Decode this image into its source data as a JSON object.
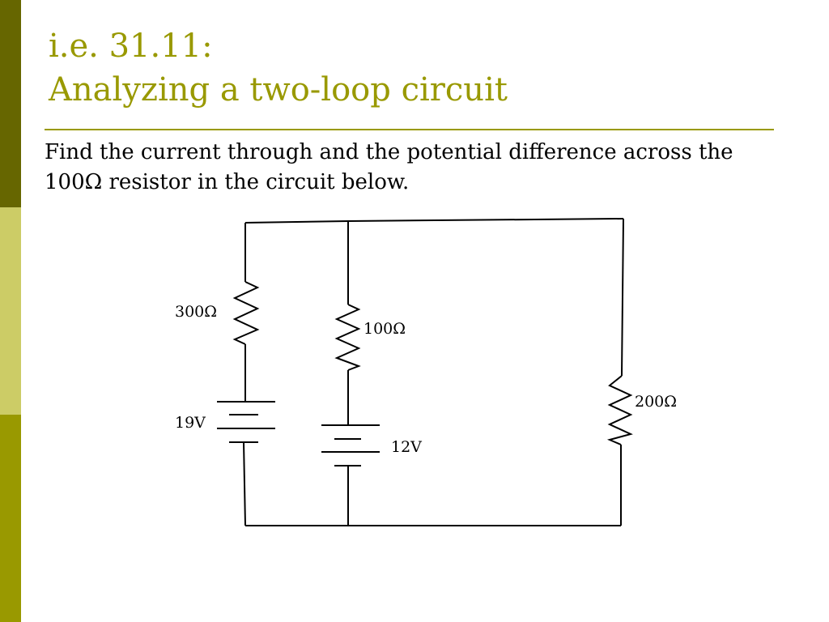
{
  "slide": {
    "title_line1": "i.e. 31.11:",
    "title_line2": "Analyzing a two-loop circuit",
    "problem_text": "Find the current through and the potential difference across the 100Ω resistor in the circuit below."
  },
  "circuit": {
    "left_resistor": "300Ω",
    "left_battery": "19V",
    "middle_resistor": "100Ω",
    "middle_battery": "12V",
    "right_resistor": "200Ω"
  },
  "colors": {
    "accent": "#999900",
    "sidebar_dark": "#666600",
    "sidebar_light": "#cccc66"
  }
}
